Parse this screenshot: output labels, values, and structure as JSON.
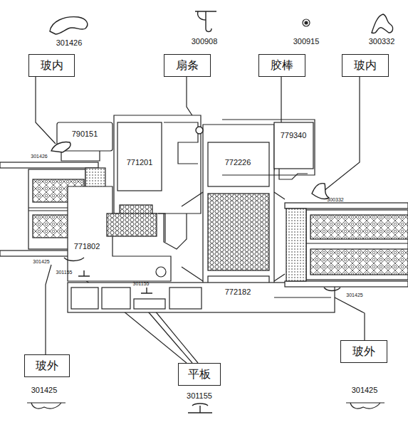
{
  "diagram": {
    "nodes": [
      {
        "text": [
          "玻内"
        ]
      },
      {
        "text": [
          "扇条"
        ]
      },
      {
        "text": [
          "胶棒"
        ]
      },
      {
        "text": [
          "玻内"
        ]
      },
      {
        "text": [
          "玻外"
        ]
      },
      {
        "text": [
          "平板"
        ]
      },
      {
        "text": [
          "玻外"
        ]
      }
    ],
    "edges": [],
    "labels": [
      "301426",
      "300908",
      "300915",
      "300332",
      "790151",
      "301426",
      "771201",
      "772226",
      "779340",
      "300332",
      "771802",
      "301425",
      "301155",
      "301155",
      "772182",
      "301425",
      "301425",
      "301155",
      "301425"
    ]
  }
}
